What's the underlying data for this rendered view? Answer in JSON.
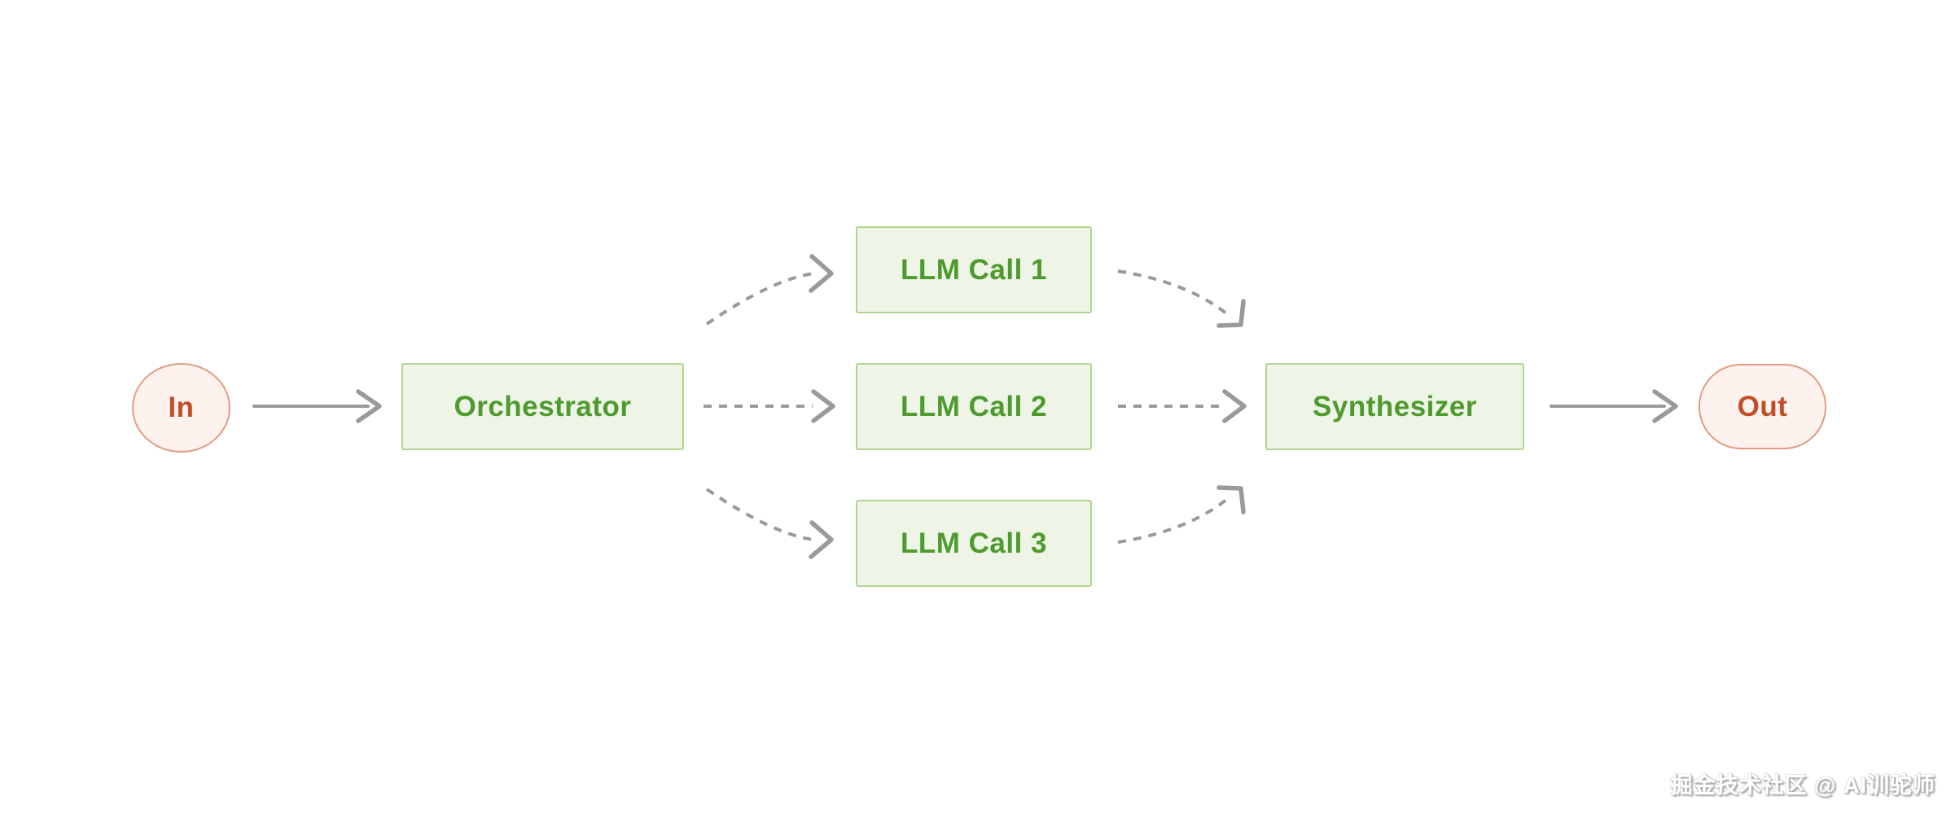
{
  "diagram": {
    "pattern_name": "orchestrator-workers workflow",
    "nodes": {
      "in": {
        "label": "In",
        "shape": "circle",
        "color_role": "pink"
      },
      "orchestrator": {
        "label": "Orchestrator",
        "shape": "rect",
        "color_role": "green"
      },
      "llm_call_1": {
        "label": "LLM Call 1",
        "shape": "rect",
        "color_role": "green"
      },
      "llm_call_2": {
        "label": "LLM Call 2",
        "shape": "rect",
        "color_role": "green"
      },
      "llm_call_3": {
        "label": "LLM Call 3",
        "shape": "rect",
        "color_role": "green"
      },
      "synthesizer": {
        "label": "Synthesizer",
        "shape": "rect",
        "color_role": "green"
      },
      "out": {
        "label": "Out",
        "shape": "pill",
        "color_role": "pink"
      }
    },
    "edges": [
      {
        "from": "In",
        "to": "Orchestrator",
        "style": "solid"
      },
      {
        "from": "Orchestrator",
        "to": "LLM Call 1",
        "style": "dashed"
      },
      {
        "from": "Orchestrator",
        "to": "LLM Call 2",
        "style": "dashed"
      },
      {
        "from": "Orchestrator",
        "to": "LLM Call 3",
        "style": "dashed"
      },
      {
        "from": "LLM Call 1",
        "to": "Synthesizer",
        "style": "dashed"
      },
      {
        "from": "LLM Call 2",
        "to": "Synthesizer",
        "style": "dashed"
      },
      {
        "from": "LLM Call 3",
        "to": "Synthesizer",
        "style": "dashed"
      },
      {
        "from": "Synthesizer",
        "to": "Out",
        "style": "solid"
      }
    ]
  },
  "watermark": {
    "text": "掘金技术社区 @ AI训驼师"
  },
  "colors": {
    "canvas_bg": "#ffffff",
    "node_green_bg": "#eef5e6",
    "node_green_border": "#b3d394",
    "node_green_text": "#4e9a2e",
    "node_pink_bg": "#fdf2ee",
    "node_pink_border": "#e29b80",
    "node_pink_text": "#c04f28",
    "arrow_gray": "#9a9a97",
    "watermark_text_color": "#ffffff"
  }
}
